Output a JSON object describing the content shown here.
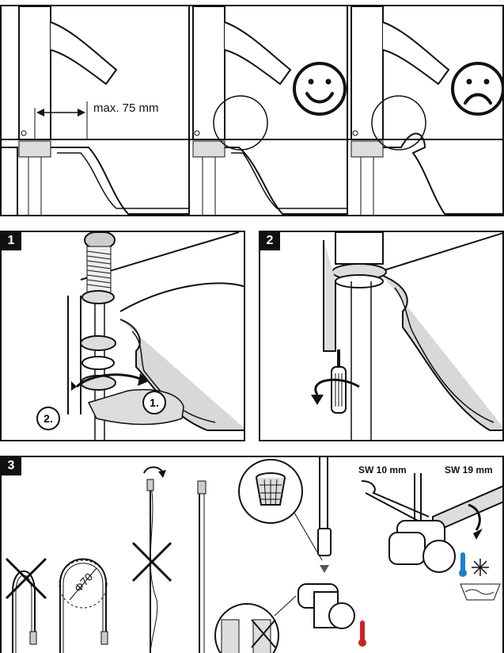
{
  "top_strip": {
    "max_label": "max. 75 mm"
  },
  "step1": {
    "number": "1",
    "callout_a": "1.",
    "callout_b": "2."
  },
  "step2": {
    "number": "2"
  },
  "step3": {
    "number": "3",
    "diameter_label": "Φ70",
    "wrench_small": "SW 10 mm",
    "wrench_large": "SW 19 mm"
  },
  "colors": {
    "line": "#111111",
    "shade": "#cfcfcf",
    "cold": "#1e7fc8",
    "hot": "#d02020"
  },
  "icons": [
    "smiley-happy-icon",
    "smiley-sad-icon",
    "rotate-arrow-icon",
    "cross-icon",
    "snowflake-icon",
    "thermometer-icon",
    "strainer-icon",
    "wrench-icon"
  ]
}
